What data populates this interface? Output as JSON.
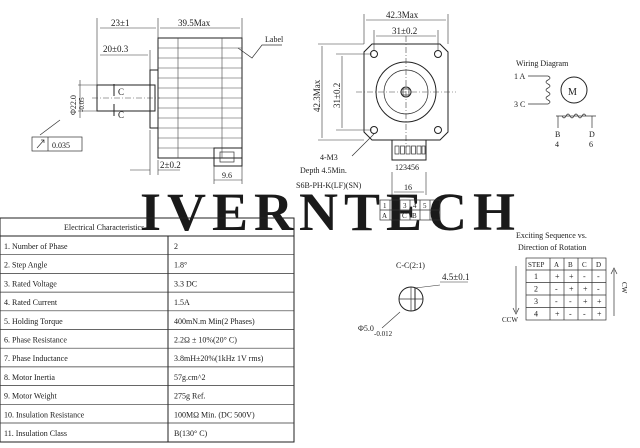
{
  "watermark": "IVERNTECH",
  "side_view": {
    "dim_23": "23±1",
    "dim_39_5": "39.5Max",
    "dim_20": "20±0.3",
    "dim_2": "2±0.2",
    "dim_phi22": "Φ22.0",
    "dim_phi22_tol": "-0.05",
    "dim_9_6": "9.6",
    "dim_0_035": "0.035",
    "label_text": "Label",
    "section_mark_upper": "C",
    "section_mark_lower": "C"
  },
  "front_view": {
    "dim_42_3_width": "42.3Max",
    "dim_31_width": "31±0.2",
    "dim_42_3_height": "42.3Max",
    "dim_31_height": "31±0.2",
    "thread_note": "4-M3",
    "depth_note": "Depth 4.5Min.",
    "connector_note": "S6B-PH-K(LF)(SN)",
    "connector_pins": "123456",
    "dim_16": "16"
  },
  "pin_table": {
    "headers": [
      "1",
      "2",
      "3",
      "4",
      "5",
      "6"
    ],
    "values": [
      "A",
      "",
      "C",
      "B",
      "",
      "D"
    ]
  },
  "wiring_diagram": {
    "title": "Wiring Diagram",
    "motor_label": "M",
    "terminal_1a": "1 A",
    "terminal_3c": "3 C",
    "terminal_b": "B",
    "terminal_d": "D",
    "terminal_4": "4",
    "terminal_6": "6"
  },
  "section_view": {
    "title": "C-C(2:1)",
    "dim_4_5": "4.5±0.1",
    "dim_phi5": "Φ5.0",
    "dim_phi5_tol": "-0.012"
  },
  "exciting_sequence": {
    "title_line1": "Exciting Sequence vs.",
    "title_line2": "Direction of Rotation",
    "headers": [
      "STEP",
      "A",
      "B",
      "C",
      "D"
    ],
    "rows": [
      [
        "1",
        "+",
        "+",
        "-",
        "-"
      ],
      [
        "2",
        "-",
        "+",
        "+",
        "-"
      ],
      [
        "3",
        "-",
        "-",
        "+",
        "+"
      ],
      [
        "4",
        "+",
        "-",
        "-",
        "+"
      ]
    ],
    "cw_label": "CW",
    "ccw_label": "CCW"
  },
  "electrical": {
    "title": "Electrical Characteristics",
    "rows": [
      {
        "label": "1.  Number of Phase",
        "value": "2"
      },
      {
        "label": "2.  Step Angle",
        "value": "1.8°"
      },
      {
        "label": "3.  Rated Voltage",
        "value": "3.3 DC"
      },
      {
        "label": "4.   Rated Current",
        "value": "1.5A"
      },
      {
        "label": "5.  Holding Torque",
        "value": "400mN.m Min(2 Phases)"
      },
      {
        "label": "6.  Phase Resistance",
        "value": "2.2Ω ± 10%(20° C)"
      },
      {
        "label": "7.  Phase Inductance",
        "value": "3.8mH±20%(1kHz 1V rms)"
      },
      {
        "label": "8.  Motor Inertia",
        "value": "57g.cm^2"
      },
      {
        "label": "9.   Motor Weight",
        "value": "275g Ref."
      },
      {
        "label": "10.  Insulation Resistance",
        "value": "100MΩ Min. (DC 500V)"
      },
      {
        "label": "11.  Insulation Class",
        "value": "B(130° C)"
      }
    ]
  }
}
